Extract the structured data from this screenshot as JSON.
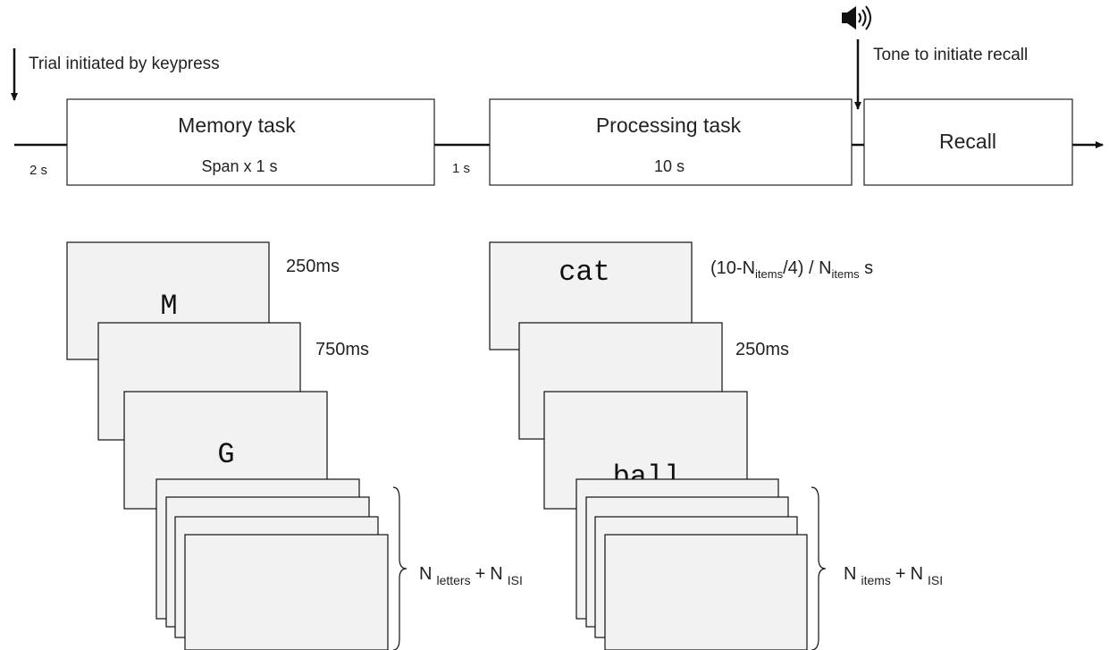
{
  "timeline": {
    "trial_start_label": "Trial initiated by keypress",
    "tone_label": "Tone to initiate recall",
    "phases": {
      "memory_title": "Memory task",
      "memory_duration": "Span x 1 s",
      "processing_title": "Processing task",
      "processing_duration": "10 s",
      "recall_title": "Recall"
    },
    "gaps": {
      "pre_memory": "2 s",
      "inter_task": "1 s"
    }
  },
  "memory_stream": {
    "letter_1": "M",
    "letter_2": "G",
    "display_time": "250ms",
    "isi_time": "750ms",
    "count_label": {
      "base_1": "N",
      "sub_1": "letters",
      "plus": "+",
      "base_2": "N",
      "sub_2": "ISI"
    }
  },
  "processing_stream": {
    "word_1": "cat",
    "word_2": "ball",
    "display_formula": {
      "part_1": "(10-N",
      "sub_1": "items",
      "part_2": "/4) / N",
      "sub_2": "items",
      "part_3": " s"
    },
    "isi_time": "250ms",
    "count_label": {
      "base_1": "N",
      "sub_1": "items",
      "plus": "+",
      "base_2": "N",
      "sub_2": "ISI"
    }
  },
  "icons": {
    "speaker": "speaker-icon"
  }
}
